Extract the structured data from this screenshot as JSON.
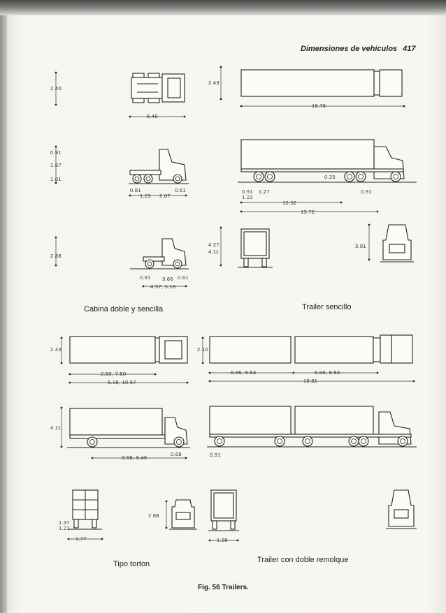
{
  "header": {
    "title": "Dimensiones de vehículos",
    "page_number": "417"
  },
  "section_titles": {
    "cabina": "Cabina doble y sencilla",
    "trailer_sencillo": "Trailer sencillo",
    "tipo_torton": "Tipo torton",
    "doble_remolque": "Trailer con doble remolque"
  },
  "caption": "Fig. 56 Trailers.",
  "dimensions": {
    "c_top_h": "2.40",
    "c_top_len": "5.49",
    "c_side_h1": "0.91",
    "c_side_h2": "1.87",
    "c_side_h3": "1.01",
    "c_side_a": "0.81",
    "c_side_b": "0.61",
    "c_side_c": "1.23",
    "c_side_d": "2.87",
    "c_single_h": "2.88",
    "c_single_a": "0.91",
    "c_single_b": "3.66",
    "c_single_c": "0.61",
    "c_single_len": "4.57, 5.18",
    "t_top_h": "2.43",
    "t_top_len": "16.76",
    "t_side_a": "0.25",
    "t_side_b": "0.91",
    "t_side_c": "1.27",
    "t_side_d": "1.22",
    "t_side_e": "0.91",
    "t_side_f": "10.52",
    "t_side_g": "13.72",
    "t_rear_h1": "4.27",
    "t_rear_h2": "4.11",
    "t_front_h": "3.81",
    "tt_top_h": "2.43",
    "tt_top_a": "2.50, 7.50",
    "tt_top_b": "5.18, 10.67",
    "tt_side_h": "4.11",
    "tt_side_len": "3.58, 6.40",
    "tt_side_b": "0.68",
    "tt_rear_h1": "1.37",
    "tt_rear_h2": "1.21",
    "tt_rear_w": "1.77",
    "tt_front_h": "2.88",
    "dr_top_h": "2.10",
    "dr_top_a": "6.96, 8.53",
    "dr_top_b": "6.96, 8.53",
    "dr_top_len": "19.81",
    "dr_side_a": "0.91",
    "dr_rear_w": "1.98"
  }
}
